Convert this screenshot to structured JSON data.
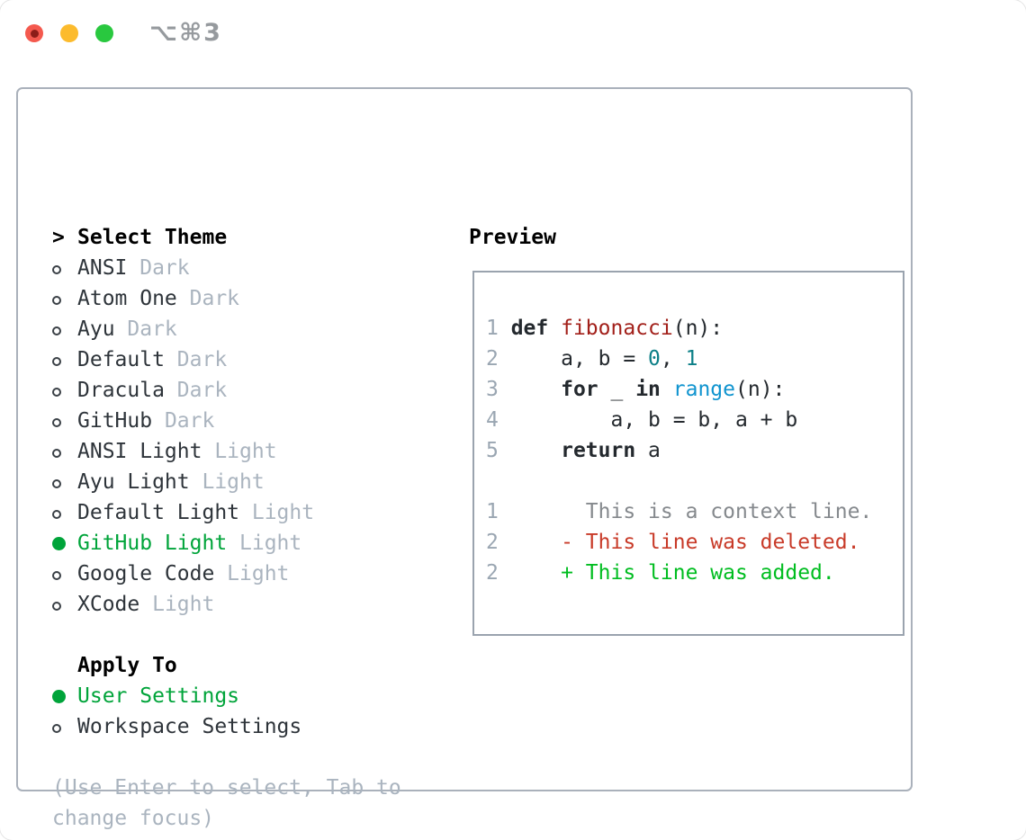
{
  "window": {
    "title": "⌥⌘3"
  },
  "sidebar": {
    "caret": ">",
    "header": "Select Theme",
    "items": [
      {
        "name": "ANSI",
        "tag": "Dark",
        "selected": false
      },
      {
        "name": "Atom One",
        "tag": "Dark",
        "selected": false
      },
      {
        "name": "Ayu",
        "tag": "Dark",
        "selected": false
      },
      {
        "name": "Default",
        "tag": "Dark",
        "selected": false
      },
      {
        "name": "Dracula",
        "tag": "Dark",
        "selected": false
      },
      {
        "name": "GitHub",
        "tag": "Dark",
        "selected": false
      },
      {
        "name": "ANSI Light",
        "tag": "Light",
        "selected": false
      },
      {
        "name": "Ayu Light",
        "tag": "Light",
        "selected": false
      },
      {
        "name": "Default Light",
        "tag": "Light",
        "selected": false
      },
      {
        "name": "GitHub Light",
        "tag": "Light",
        "selected": true
      },
      {
        "name": "Google Code",
        "tag": "Light",
        "selected": false
      },
      {
        "name": "XCode",
        "tag": "Light",
        "selected": false
      }
    ],
    "apply_header": "Apply To",
    "apply_items": [
      {
        "name": "User Settings",
        "selected": true
      },
      {
        "name": "Workspace Settings",
        "selected": false
      }
    ],
    "help_line1": "(Use Enter to select, Tab to",
    "help_line2": "change focus)"
  },
  "preview": {
    "title": "Preview",
    "code": {
      "l1": {
        "n": "1 ",
        "kw": "def ",
        "fn": "fibonacci",
        "p1": "(n):"
      },
      "l2": {
        "n": "2",
        "p1": "     a, b = ",
        "lit1": "0",
        "p2": ", ",
        "lit2": "1"
      },
      "l3": {
        "n": "3",
        "p1": "     ",
        "kw1": "for",
        "p2": " _ ",
        "kw2": "in",
        "p3": " ",
        "bi": "range",
        "p4": "(n):"
      },
      "l4": {
        "n": "4",
        "p1": "         a, b = b, a + b"
      },
      "l5": {
        "n": "5",
        "p1": "     ",
        "kw1": "return",
        "p2": " a"
      },
      "d1": {
        "n": "1",
        "t": "       This is a context line."
      },
      "d2": {
        "n": "2",
        "t": "     - This line was deleted."
      },
      "d3": {
        "n": "2",
        "t": "     + This line was added."
      }
    }
  },
  "colors": {
    "selected_green": "#00a43a",
    "added_green": "#00bd20",
    "deleted_red": "#c83a28",
    "function_red": "#a2201a",
    "builtin_blue": "#1094cf",
    "number_teal": "#0c7f87",
    "dim_gray": "#aab4bf",
    "line_number_gray": "#9aa6b2",
    "traffic_red": "#f4594e",
    "traffic_yellow": "#fcbb2d",
    "traffic_green": "#29c83f"
  }
}
